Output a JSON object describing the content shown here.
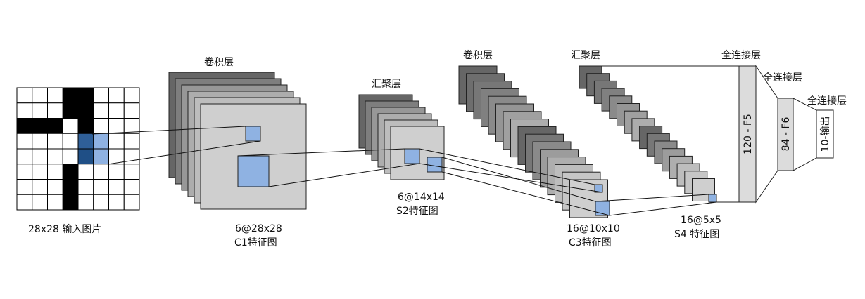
{
  "input": {
    "caption": "28x28 输入图片"
  },
  "c1": {
    "header": "卷积层",
    "size": "6@28x28",
    "name": "C1特征图"
  },
  "s2": {
    "header": "汇聚层",
    "size": "6@14x14",
    "name": "S2特征图"
  },
  "c3": {
    "header": "卷积层",
    "size": "16@10x10",
    "name": "C3特征图"
  },
  "s4": {
    "header": "汇聚层",
    "size": "16@5x5",
    "name": "S4 特征图"
  },
  "f5": {
    "header": "全连接层",
    "label": "120 - F5"
  },
  "f6": {
    "header": "全连接层",
    "label": "84 - F6"
  },
  "out": {
    "header": "全连接层",
    "label": "10-输出"
  },
  "colors": {
    "highlight": "#8fb2e2",
    "highlight_dark": "#1f4f86"
  }
}
